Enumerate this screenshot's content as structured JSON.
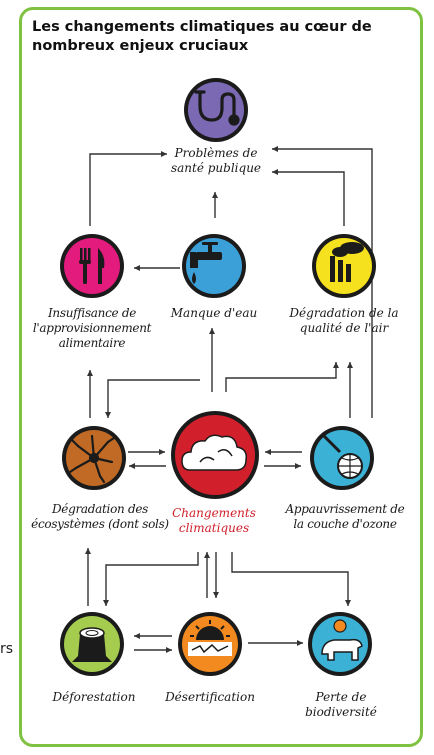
{
  "title": "Les changements climatiques au cœur de nombreux enjeux cruciaux",
  "side_text": "rs",
  "nodes": {
    "sante": {
      "label": "Problèmes de\nsanté publique",
      "icon": "stethoscope-icon",
      "color": "#7b69b3"
    },
    "alimentation": {
      "label": "Insuffisance de\nl'approvisionnement\nalimentaire",
      "icon": "fork-knife-icon",
      "color": "#e31b7d"
    },
    "eau": {
      "label": "Manque d'eau",
      "icon": "faucet-icon",
      "color": "#3b9fd8"
    },
    "air": {
      "label": "Dégradation de la\nqualité de l'air",
      "icon": "factory-icon",
      "color": "#f5e11d"
    },
    "ecosystemes": {
      "label": "Dégradation des\nécosystèmes (dont sols)",
      "icon": "cracked-soil-icon",
      "color": "#c06a25"
    },
    "climat": {
      "label": "Changements\nclimatiques",
      "icon": "cloud-icon",
      "color": "#d1202b"
    },
    "ozone": {
      "label": "Appauvrissement de\nla couche d'ozone",
      "icon": "globe-ray-icon",
      "color": "#3bb1d6"
    },
    "deforestation": {
      "label": "Déforestation",
      "icon": "tree-stump-icon",
      "color": "#a5cc4e"
    },
    "desertification": {
      "label": "Désertification",
      "icon": "sun-desert-icon",
      "color": "#f38a1f"
    },
    "biodiversite": {
      "label": "Perte de\nbiodiversité",
      "icon": "polar-bear-icon",
      "color": "#3bb1d6"
    }
  },
  "colors": {
    "frame": "#7fc242",
    "arrow": "#333333",
    "accent": "#d1202b"
  }
}
